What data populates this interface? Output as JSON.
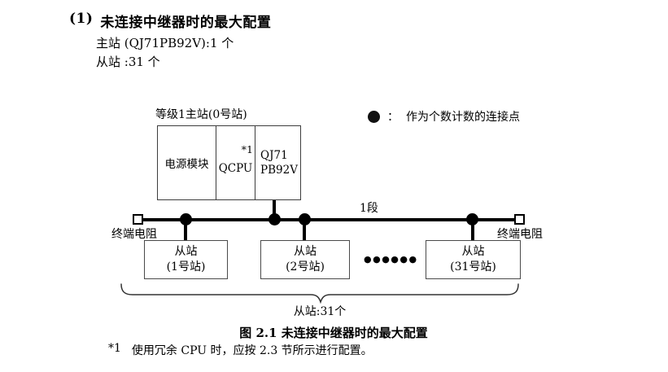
{
  "page": {
    "title_number": "(1)",
    "title_text": "未连接中继器时的最大配置",
    "spec_master": "主站 (QJ71PB92V):1 个",
    "spec_slave": "从站 :31 个",
    "caption": "图 2.1 未连接中继器时的最大配置",
    "footnote_marker": "*1",
    "footnote_text": "使用冗余 CPU 时，应按 2.3 节所示进行配置。"
  },
  "legend": {
    "icon": "filled-circle",
    "separator": "：",
    "text": "作为个数计数的连接点"
  },
  "diagram": {
    "master_label": "等级1主站(0号站)",
    "module_power": "电源模块",
    "module_cpu": "QCPU",
    "module_cpu_note": "*1",
    "module_pb92v": "QJ71\nPB92V",
    "segment_label": "1段",
    "terminator_left": "终端电阻",
    "terminator_right": "终端电阻",
    "slaves": [
      {
        "line1": "从站",
        "line2": "(1号站)"
      },
      {
        "line1": "从站",
        "line2": "(2号站)"
      },
      {
        "line1": "从站",
        "line2": "(31号站)"
      }
    ],
    "ellipsis": "●●●●●●",
    "brace_label": "从站:31个"
  },
  "colors": {
    "ink": "#000000",
    "box_border": "#3d3d3d",
    "background": "#ffffff"
  }
}
